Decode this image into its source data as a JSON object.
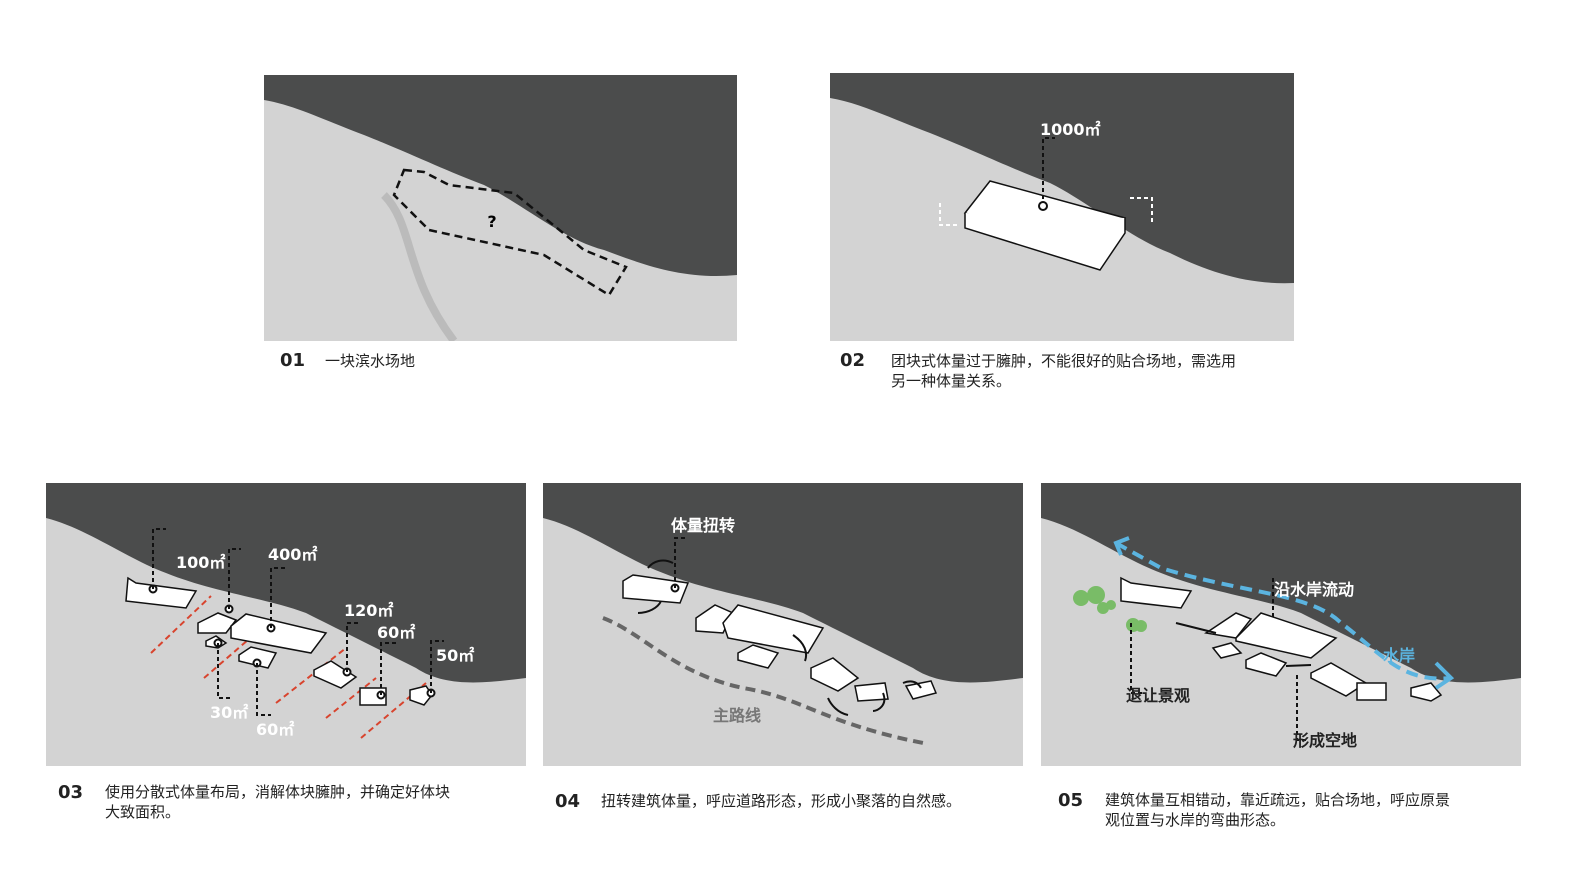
{
  "panels": [
    {
      "number": "01",
      "caption": "一块滨水场地",
      "labels": [
        "?"
      ]
    },
    {
      "number": "02",
      "caption_lines": [
        "团块式体量过于臃肿，不能很好的贴合场地，需选用",
        "另一种体量关系。"
      ],
      "labels": [
        "1000㎡"
      ]
    },
    {
      "number": "03",
      "caption_lines": [
        "使用分散式体量布局，消解体块臃肿，并确定好体块",
        "大致面积。"
      ],
      "labels": [
        "100㎡",
        "400㎡",
        "120㎡",
        "60㎡",
        "50㎡",
        "30㎡",
        "60㎡"
      ]
    },
    {
      "number": "04",
      "caption": "扭转建筑体量，呼应道路形态，形成小聚落的自然感。",
      "labels": [
        "体量扭转",
        "主路线"
      ]
    },
    {
      "number": "05",
      "caption_lines": [
        "建筑体量互相错动，靠近疏远，贴合场地，呼应原景",
        "观位置与水岸的弯曲形态。"
      ],
      "labels": [
        "沿水岸流动",
        "水岸",
        "退让景观",
        "形成空地"
      ]
    }
  ],
  "colors": {
    "water": "#4b4c4c",
    "ground": "#d3d3d3",
    "red": "#d8442e",
    "blue": "#5bb4e0",
    "green": "#6ab855"
  }
}
